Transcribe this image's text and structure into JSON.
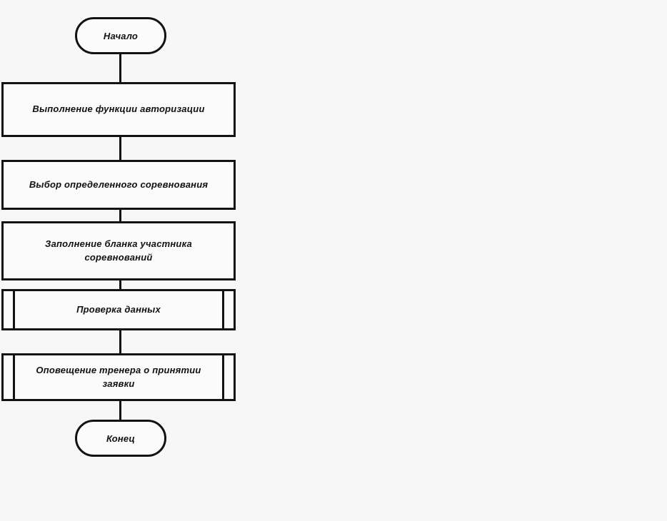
{
  "diagram": {
    "title": "",
    "language": "ru",
    "background_color": "#f7f7f8",
    "stroke_color": "#121212",
    "fill_color": "#fbfbfb",
    "nodes": [
      {
        "id": "start",
        "shape": "terminator",
        "label": "Начало"
      },
      {
        "id": "auth",
        "shape": "process",
        "label": "Выполнение функции авторизации"
      },
      {
        "id": "select-competition",
        "shape": "process",
        "label": "Выбор определенного соревнования"
      },
      {
        "id": "fill-form",
        "shape": "process",
        "label": "Заполнение бланка участника соревнований"
      },
      {
        "id": "check-data",
        "shape": "predefined-process",
        "label": "Проверка данных"
      },
      {
        "id": "notify-coach",
        "shape": "predefined-process",
        "label": "Оповещение тренера о принятии заявки"
      },
      {
        "id": "end",
        "shape": "terminator",
        "label": "Конец"
      }
    ],
    "edges": [
      {
        "from": "start",
        "to": "auth"
      },
      {
        "from": "auth",
        "to": "select-competition"
      },
      {
        "from": "select-competition",
        "to": "fill-form"
      },
      {
        "from": "fill-form",
        "to": "check-data"
      },
      {
        "from": "check-data",
        "to": "notify-coach"
      },
      {
        "from": "notify-coach",
        "to": "end"
      }
    ]
  }
}
